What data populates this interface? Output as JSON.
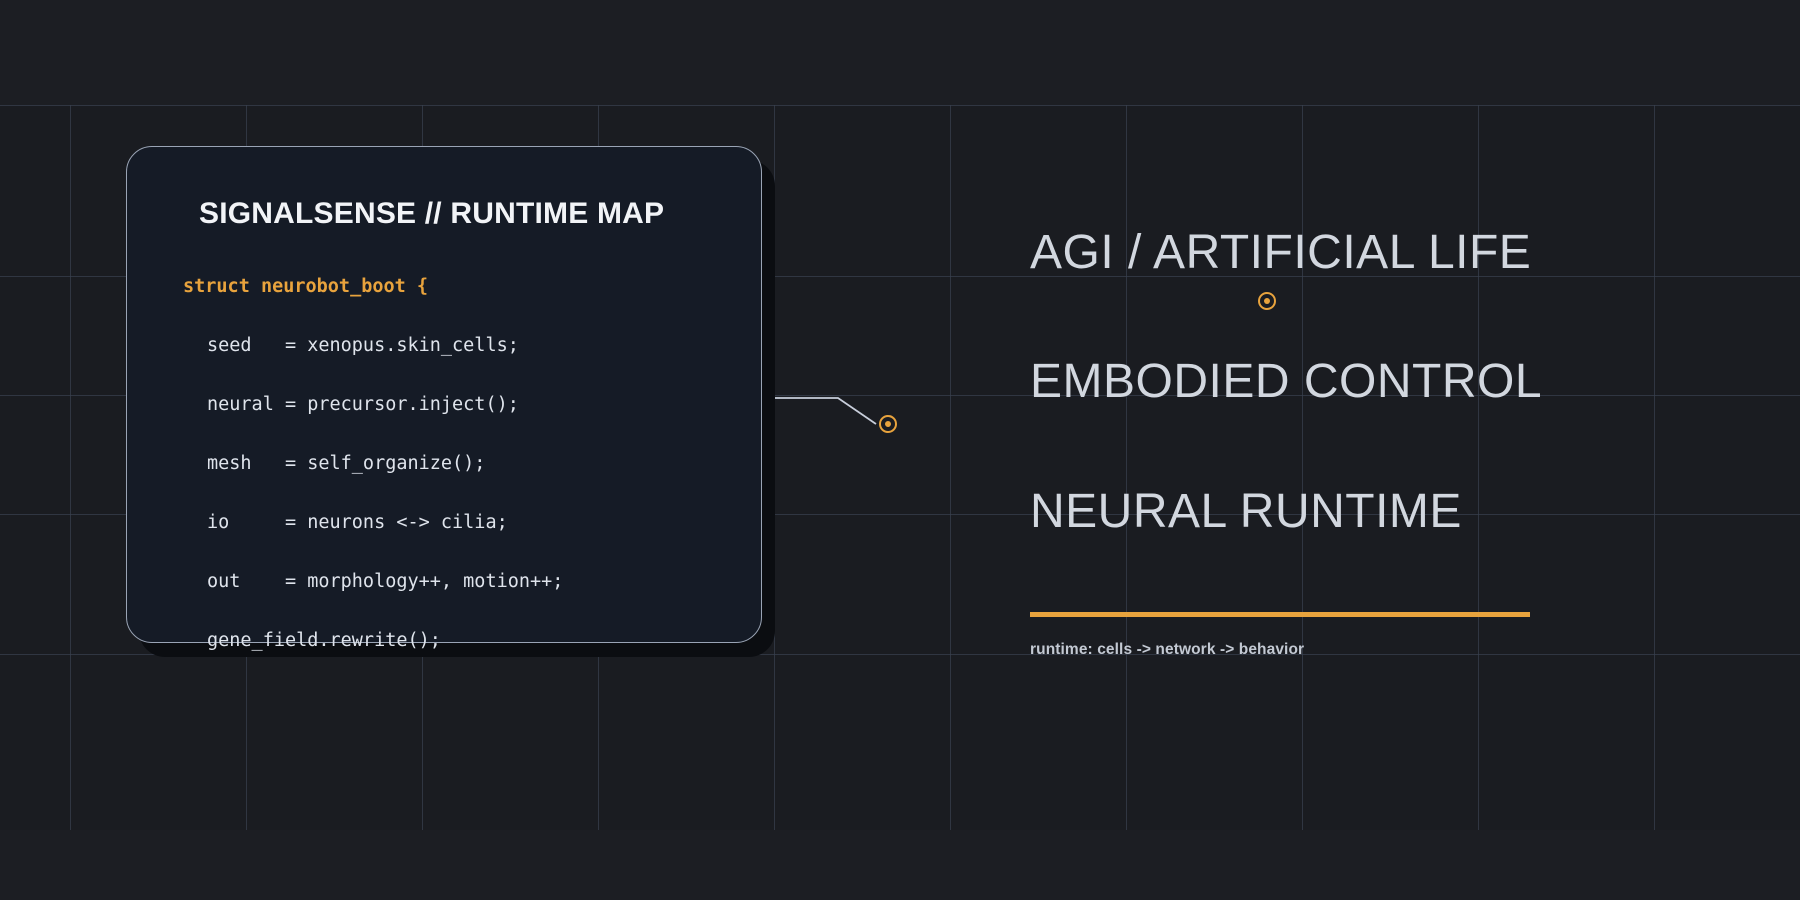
{
  "canvas": {
    "background_color": "#1a1c21",
    "grid_color": "#39414f",
    "accent_color": "#e8a33d"
  },
  "card": {
    "title": "SIGNALSENSE // RUNTIME MAP",
    "background_color": "#151b26",
    "border_color": "#9aa4b5",
    "code_lines": [
      {
        "text": "struct neurobot_boot {",
        "style": "keyword"
      },
      {
        "text": "seed   = xenopus.skin_cells;",
        "style": "body"
      },
      {
        "text": "neural = precursor.inject();",
        "style": "body"
      },
      {
        "text": "mesh   = self_organize();",
        "style": "body"
      },
      {
        "text": "io     = neurons <-> cilia;",
        "style": "body"
      },
      {
        "text": "out    = morphology++, motion++;",
        "style": "body"
      },
      {
        "text": "gene_field.rewrite();",
        "style": "body"
      }
    ]
  },
  "connector": {
    "marker_endpoint_name": "node-marker-endpoint",
    "marker_top_name": "node-marker-top"
  },
  "right_panel": {
    "headlines": [
      "AGI / ARTIFICIAL LIFE",
      "EMBODIED CONTROL",
      "NEURAL RUNTIME"
    ],
    "rule_color": "#e8a33d",
    "caption": "runtime: cells -> network -> behavior"
  }
}
